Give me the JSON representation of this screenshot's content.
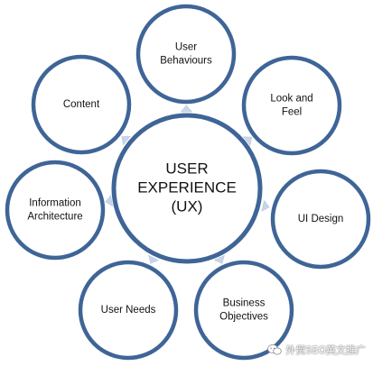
{
  "center": {
    "lines": [
      "USER",
      "EXPERIENCE",
      "(UX)"
    ]
  },
  "nodes": [
    {
      "id": "user-behaviours",
      "lines": [
        "User",
        "Behaviours"
      ]
    },
    {
      "id": "look-and-feel",
      "lines": [
        "Look and",
        "Feel"
      ]
    },
    {
      "id": "ui-design",
      "lines": [
        "UI Design"
      ]
    },
    {
      "id": "business-objectives",
      "lines": [
        "Business",
        "Objectives"
      ]
    },
    {
      "id": "user-needs",
      "lines": [
        "User Needs"
      ]
    },
    {
      "id": "information-architecture",
      "lines": [
        "Information",
        "Architecture"
      ]
    },
    {
      "id": "content",
      "lines": [
        "Content"
      ]
    }
  ],
  "watermark": {
    "text": "外贸SEO英文推广"
  },
  "colors": {
    "circle_stroke": "#3f6597",
    "arrow_fill": "#c9d6ea",
    "text": "#111111"
  }
}
